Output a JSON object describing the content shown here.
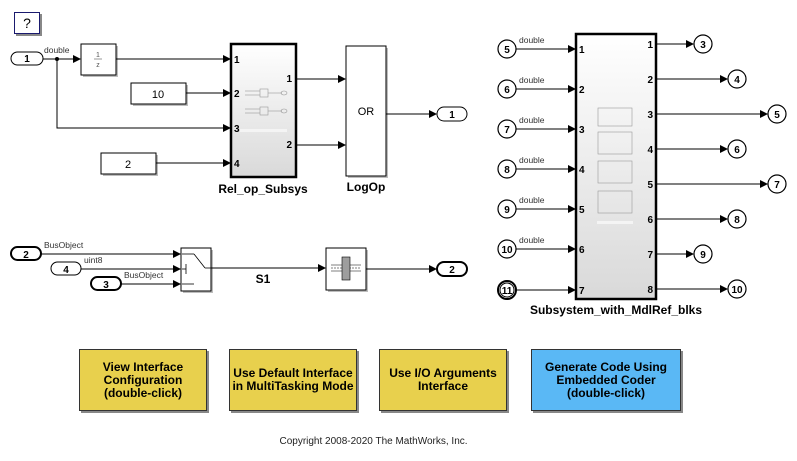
{
  "help_button": {
    "label": "?"
  },
  "top_left": {
    "inport_1": "1",
    "signal_label": "double",
    "unit_delay": {
      "numerator": "1",
      "denominator": "z"
    },
    "constant_10": "10",
    "constant_2": "2",
    "rel_op_subsys": {
      "name": "Rel_op_Subsys",
      "inputs": [
        "1",
        "2",
        "3",
        "4"
      ],
      "outputs": [
        "1",
        "2"
      ]
    },
    "logop": {
      "name": "LogOp",
      "operator": "OR"
    },
    "outport_1": "1"
  },
  "bus_section": {
    "inport_2": "2",
    "inport_4": "4",
    "inport_3": "3",
    "labels": [
      "BusObject",
      "uint8",
      "BusObject"
    ],
    "signal_name": "S1",
    "outport_2": "2"
  },
  "mdlref_subsystem": {
    "name": "Subsystem_with_MdlRef_blks",
    "inports": [
      "5",
      "6",
      "7",
      "8",
      "9",
      "10",
      "11"
    ],
    "input_labels": [
      "double",
      "double",
      "double",
      "double",
      "double",
      "double",
      ""
    ],
    "input_ports": [
      "1",
      "2",
      "3",
      "4",
      "5",
      "6",
      "7"
    ],
    "output_ports": [
      "1",
      "2",
      "3",
      "4",
      "5",
      "6",
      "7",
      "8"
    ],
    "outports": [
      "3",
      "4",
      "5",
      "6",
      "7",
      "8",
      "9",
      "10"
    ]
  },
  "annotations": [
    {
      "label": "View Interface\nConfiguration\n(double-click)",
      "color": "#e8d04d"
    },
    {
      "label": "Use Default Interface\nin MultiTasking Mode",
      "color": "#e8d04d"
    },
    {
      "label": "Use I/O Arguments\nInterface",
      "color": "#e8d04d"
    },
    {
      "label": "Generate Code Using\nEmbedded Coder\n(double-click)",
      "color": "#5ab8f5"
    }
  ],
  "copyright": "Copyright 2008-2020 The MathWorks, Inc."
}
